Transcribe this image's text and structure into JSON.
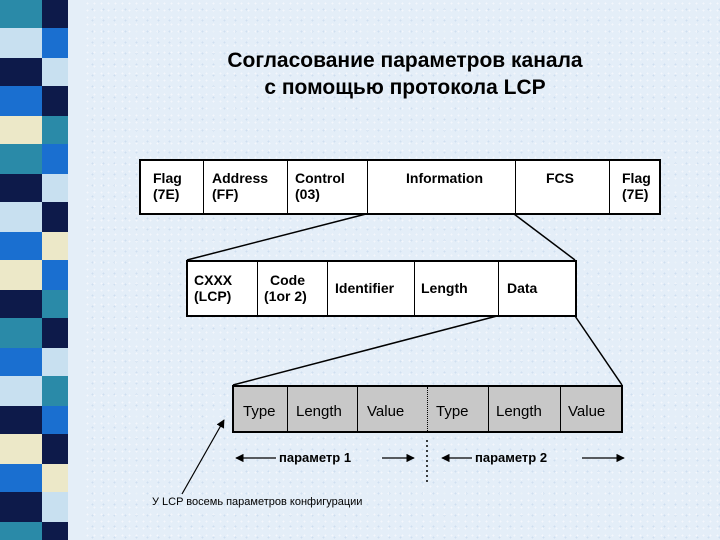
{
  "title": {
    "line1": "Согласование параметров канала",
    "line2": "с помощью протокола LCP"
  },
  "frame_row": {
    "cells": [
      {
        "line1": "Flag",
        "line2": "(7E)"
      },
      {
        "line1": "Address",
        "line2": "(FF)"
      },
      {
        "line1": "Control",
        "line2": "(03)"
      },
      {
        "line1": "Information",
        "line2": ""
      },
      {
        "line1": "FCS",
        "line2": ""
      },
      {
        "line1": "Flag",
        "line2": "(7E)"
      }
    ]
  },
  "lcp_row": {
    "cells": [
      {
        "line1": "CXXX",
        "line2": "(LCP)"
      },
      {
        "line1": "Code",
        "line2": "(1or 2)"
      },
      {
        "line1": "Identifier",
        "line2": ""
      },
      {
        "line1": "Length",
        "line2": ""
      },
      {
        "line1": "Data",
        "line2": ""
      }
    ]
  },
  "param_row": {
    "cells": [
      "Type",
      "Length",
      "Value",
      "Type",
      "Length",
      "Value"
    ]
  },
  "params": {
    "param1": "параметр 1",
    "param2": "параметр 2"
  },
  "note": "У LCP восемь параметров конфигурации",
  "colors": {
    "background": "#e4eef8",
    "cell_fill": "#ffffff",
    "param_fill": "#c8c8c8",
    "strip_dark": "#0d1a4a",
    "strip_blue": "#1a6fd0",
    "strip_teal": "#2a8aa8",
    "strip_light": "#c8e0f0",
    "strip_cream": "#ece8c8"
  }
}
